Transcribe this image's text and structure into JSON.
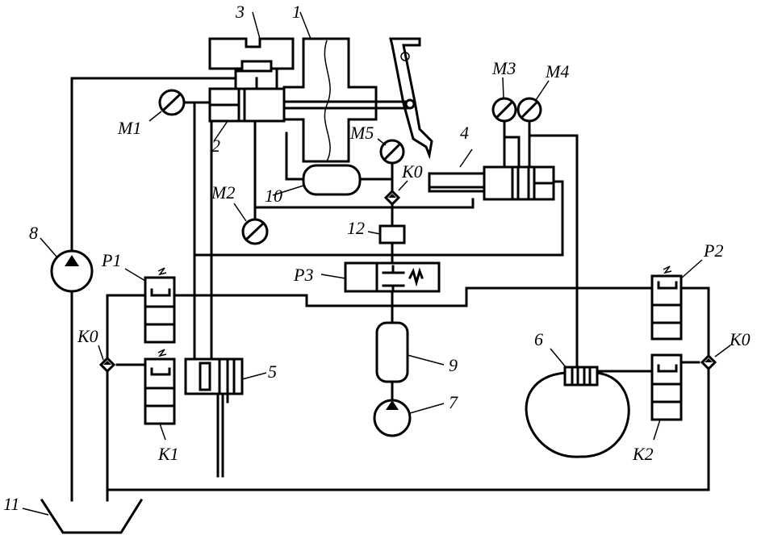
{
  "labels": {
    "n1": "1",
    "n2": "2",
    "n3": "3",
    "n4": "4",
    "n5": "5",
    "n6": "6",
    "n7": "7",
    "n8": "8",
    "n9": "9",
    "n10": "10",
    "n11": "11",
    "n12": "12",
    "m1": "M1",
    "m2": "M2",
    "m3": "M3",
    "m4": "M4",
    "m5": "M5",
    "p1": "P1",
    "p2": "P2",
    "p3": "P3",
    "k1": "K1",
    "k2": "K2",
    "k0_top": "K0",
    "k0_left": "K0",
    "k0_right": "K0"
  }
}
